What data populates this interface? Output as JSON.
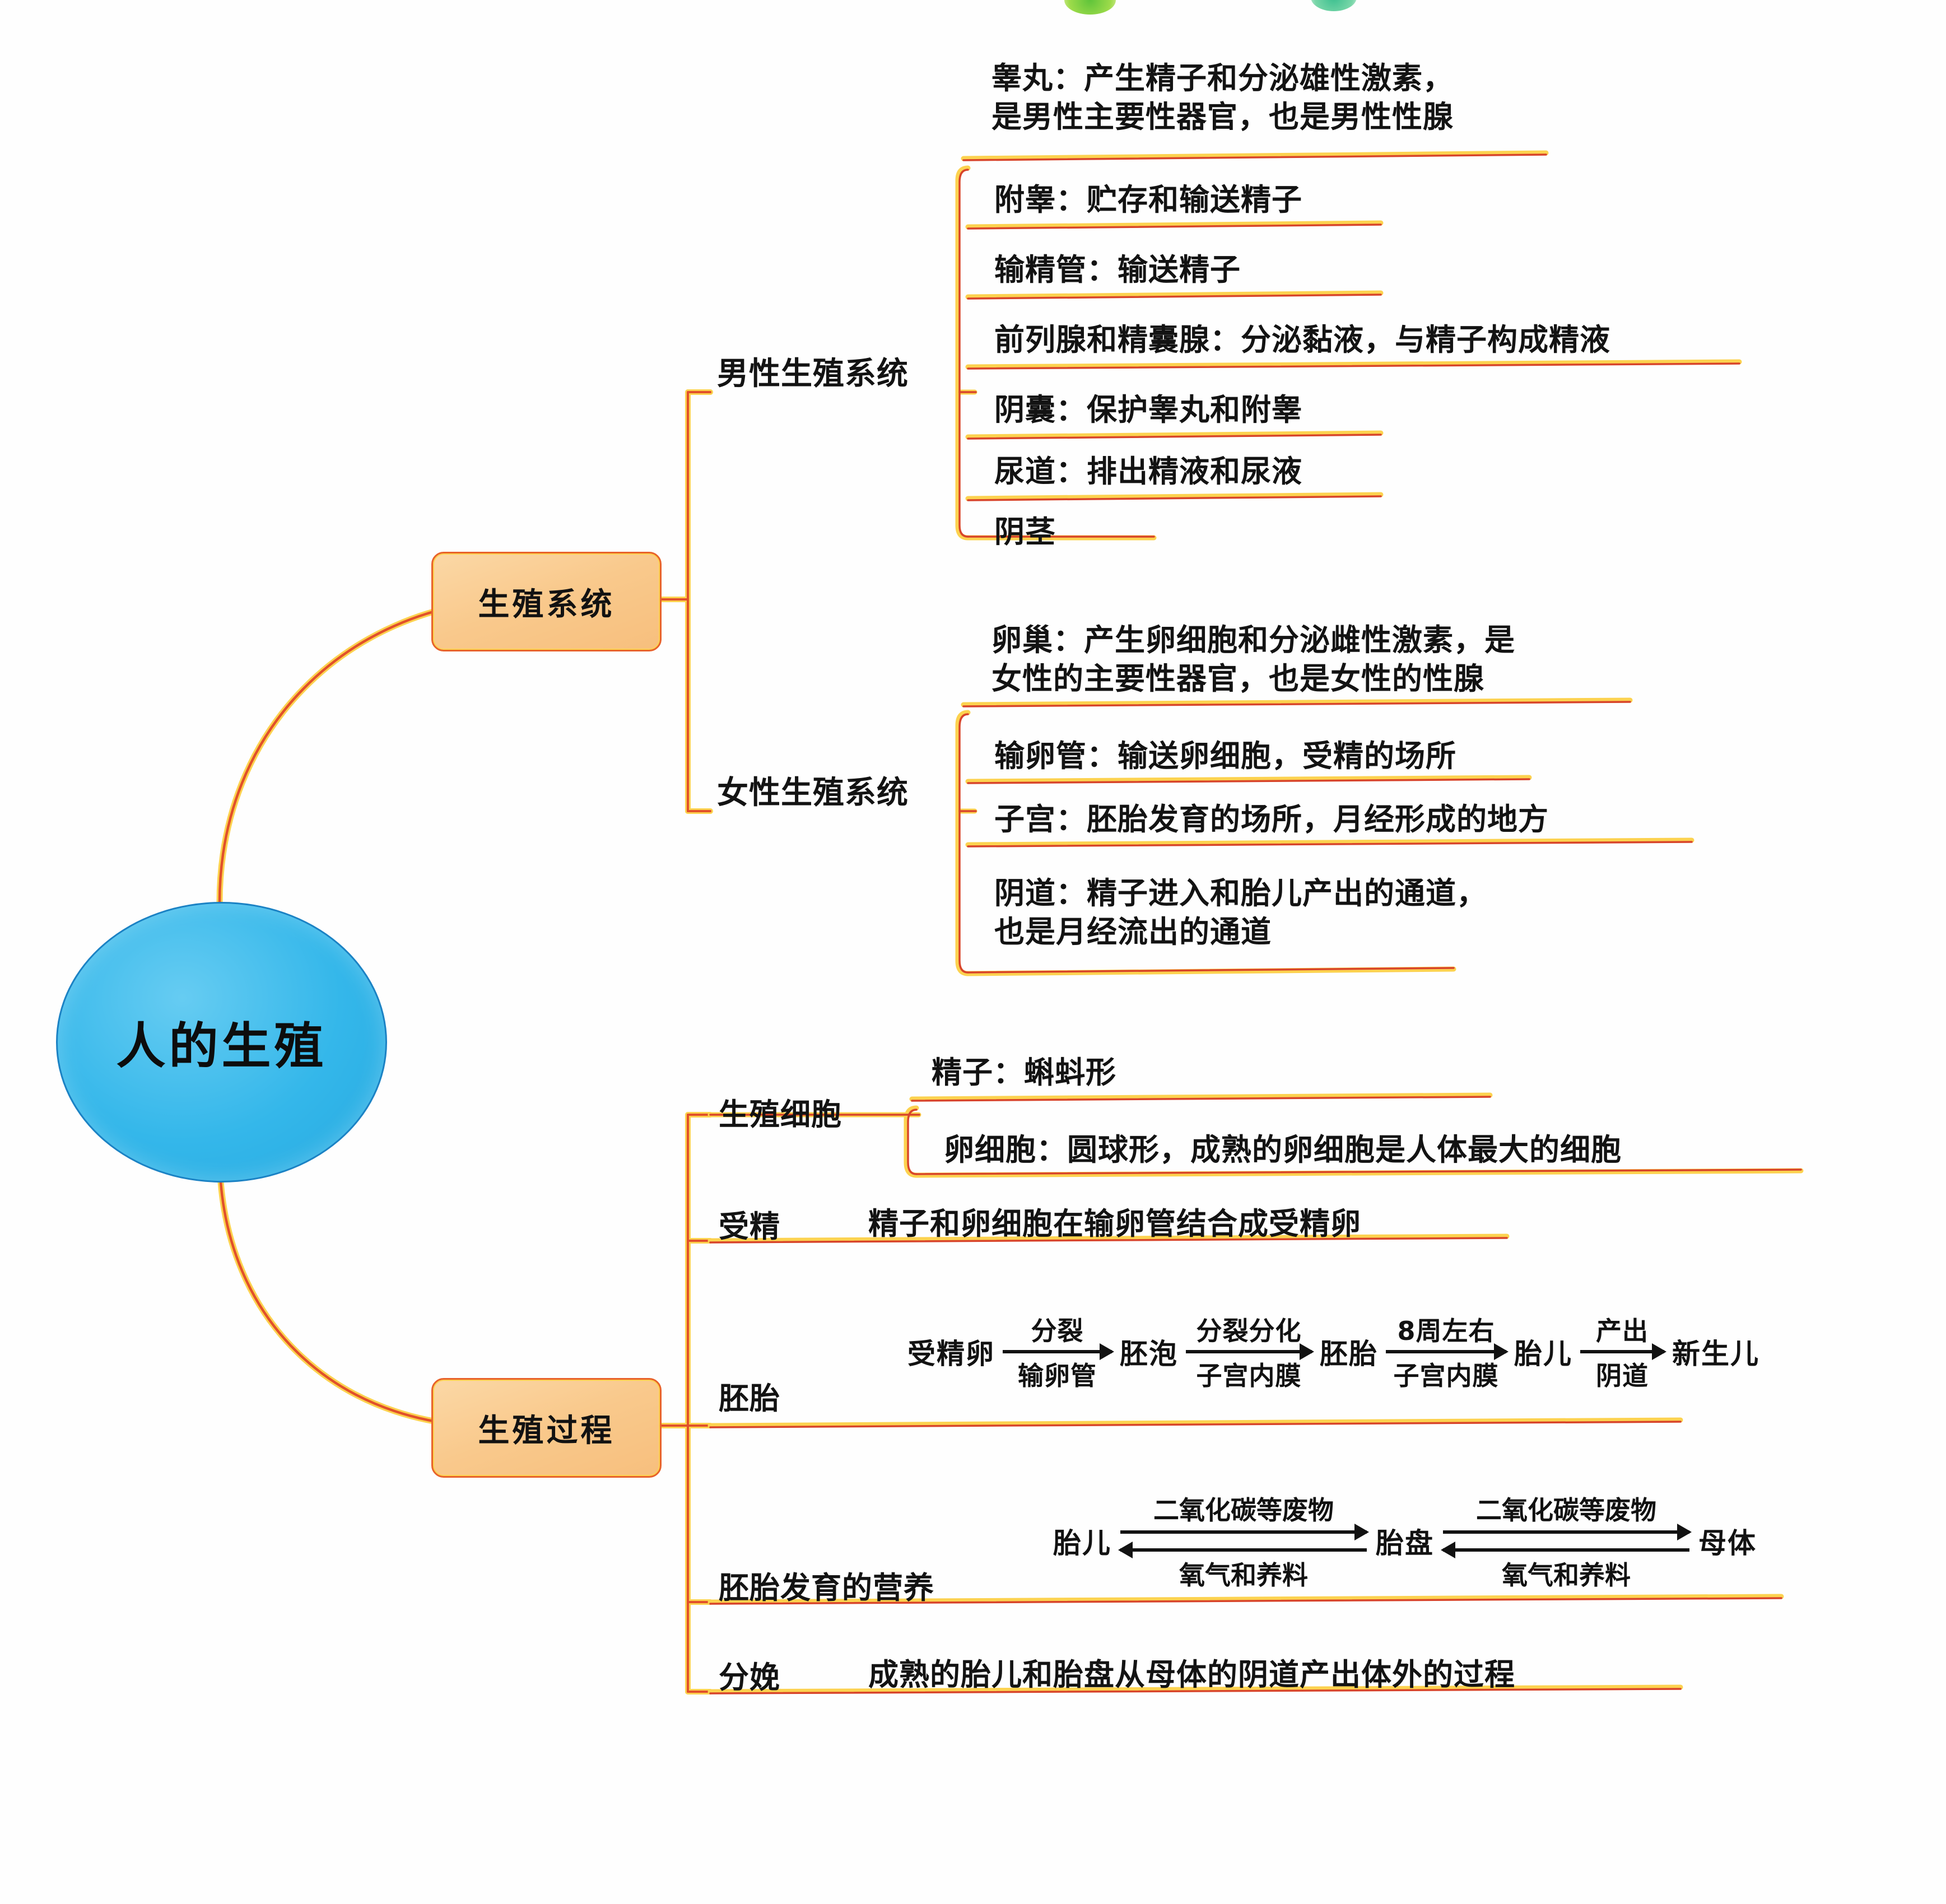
{
  "title": "人的生殖",
  "colors": {
    "core_fill": "#34b7ea",
    "core_stroke": "#1b82c4",
    "box_fill": "#f9c98c",
    "box_stroke": "#e8622a",
    "wire": "#e8622a",
    "wire_highlight": "#fcd24f",
    "text": "#131313"
  },
  "center": {
    "label": "人的生殖"
  },
  "branches": [
    {
      "id": "reproductive-system",
      "label": "生殖系统",
      "subbranches": [
        {
          "id": "male-reproductive-system",
          "label": "男性生殖系统",
          "items": [
            "睾丸：产生精子和分泌雄性激素，\n是男性主要性器官，也是男性性腺",
            "附睾：贮存和输送精子",
            "输精管：输送精子",
            "前列腺和精囊腺：分泌黏液，与精子构成精液",
            "阴囊：保护睾丸和附睾",
            "尿道：排出精液和尿液",
            "阴茎"
          ]
        },
        {
          "id": "female-reproductive-system",
          "label": "女性生殖系统",
          "items": [
            "卵巢：产生卵细胞和分泌雌性激素，是\n女性的主要性器官，也是女性的性腺",
            "输卵管：输送卵细胞，受精的场所",
            "子宫：胚胎发育的场所，月经形成的地方",
            "阴道：精子进入和胎儿产出的通道，\n也是月经流出的通道"
          ]
        }
      ]
    },
    {
      "id": "reproductive-process",
      "label": "生殖过程",
      "subbranches": [
        {
          "id": "germ-cells",
          "label": "生殖细胞",
          "items": [
            "精子：蝌蚪形",
            "卵细胞：圆球形，成熟的卵细胞是人体最大的细胞"
          ]
        },
        {
          "id": "fertilization",
          "label": "受精",
          "items": [
            "精子和卵细胞在输卵管结合成受精卵"
          ]
        },
        {
          "id": "embryo",
          "label": "胚胎",
          "items": []
        },
        {
          "id": "embryo-nutrition",
          "label": "胚胎发育的营养",
          "items": []
        },
        {
          "id": "childbirth",
          "label": "分娩",
          "items": [
            "成熟的胎儿和胎盘从母体的阴道产出体外的过程"
          ]
        }
      ]
    }
  ],
  "embryo_flow": {
    "nodes": [
      "受精卵",
      "胚泡",
      "胚胎",
      "胎儿",
      "新生儿"
    ],
    "arrows": [
      {
        "top": "分裂",
        "bottom": "输卵管"
      },
      {
        "top": "分裂分化",
        "bottom": "子宫内膜"
      },
      {
        "top": "8周左右",
        "bottom": "子宫内膜"
      },
      {
        "top": "产出",
        "bottom": "阴道"
      }
    ]
  },
  "nutrition_exchange": {
    "nodes": [
      "胎儿",
      "胎盘",
      "母体"
    ],
    "exchanges": [
      {
        "forward": "二氧化碳等废物",
        "backward": "氧气和养料"
      },
      {
        "forward": "二氧化碳等废物",
        "backward": "氧气和养料"
      }
    ]
  }
}
